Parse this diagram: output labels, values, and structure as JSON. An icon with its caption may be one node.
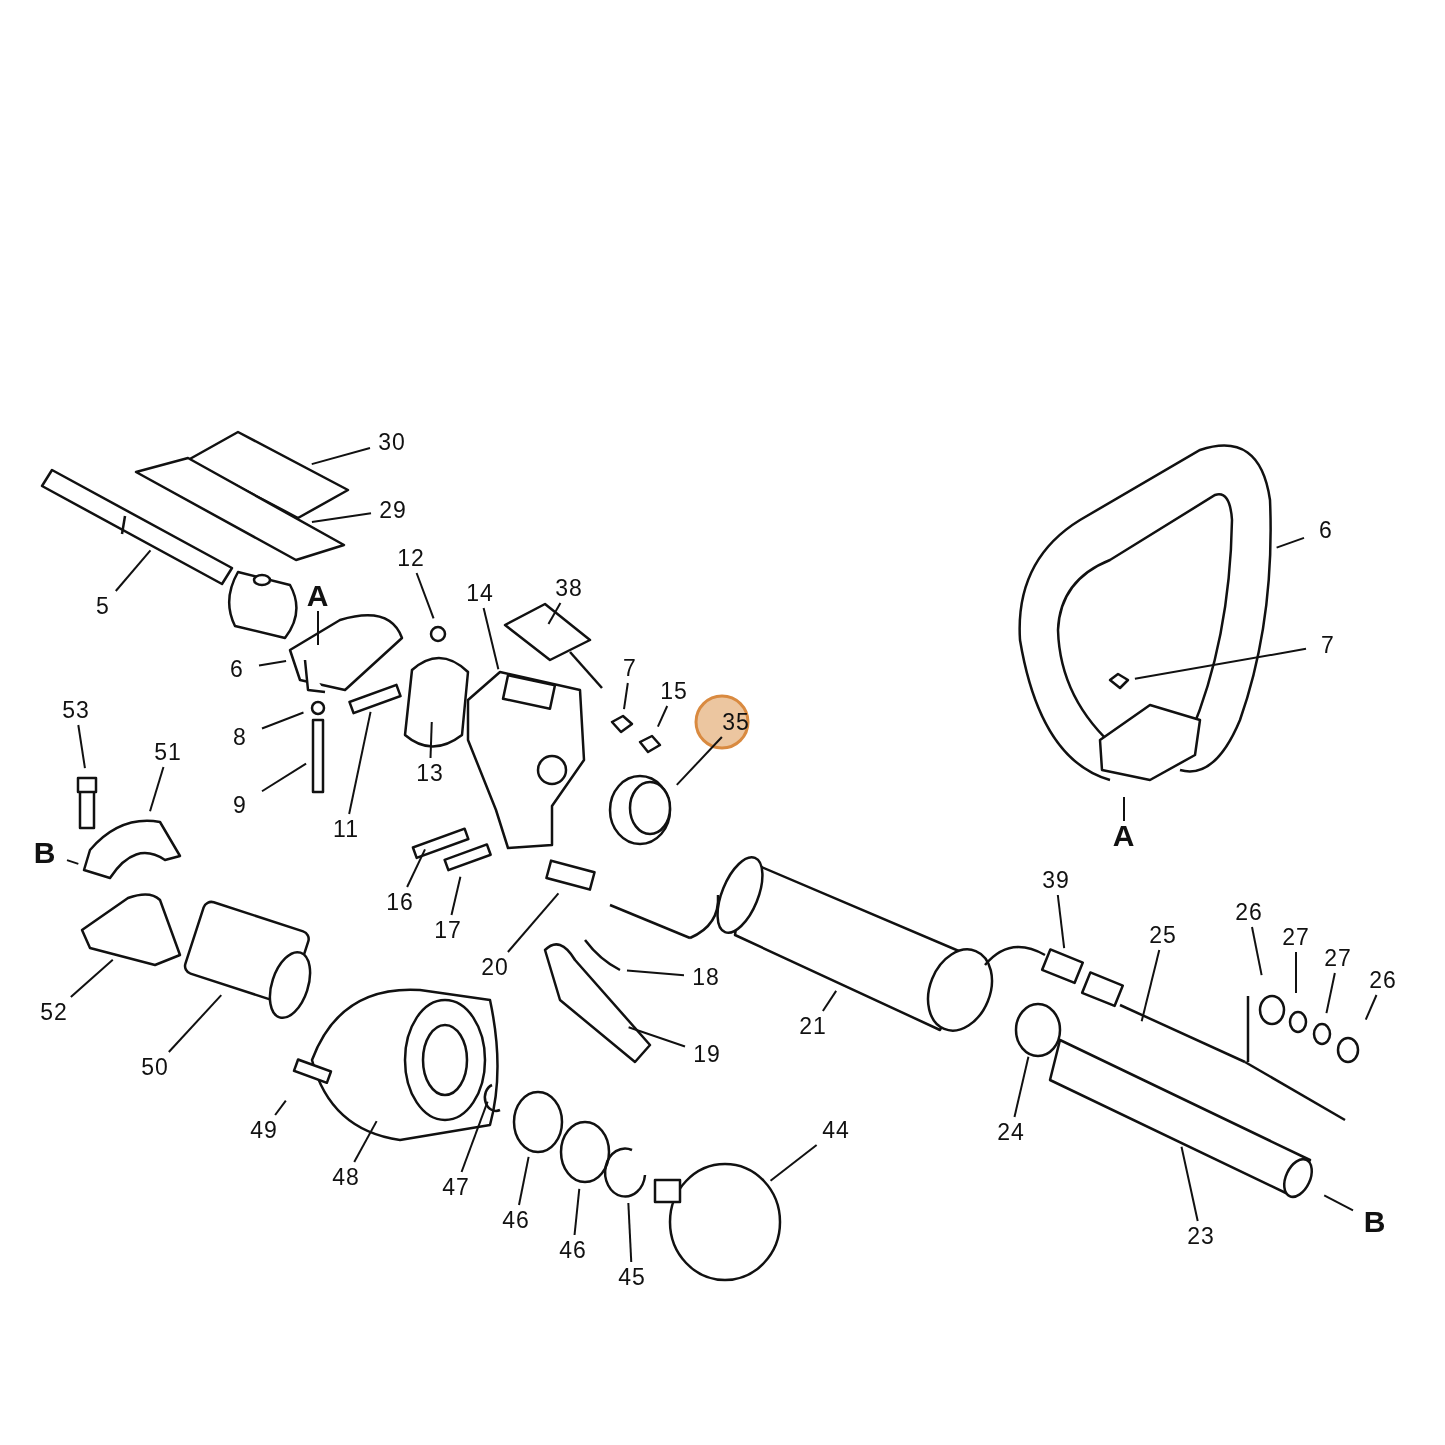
{
  "diagram": {
    "nodes": [
      {
        "text": [
          "30"
        ]
      },
      {
        "text": [
          "29"
        ]
      },
      {
        "text": [
          "5"
        ]
      },
      {
        "text": [
          "12"
        ]
      },
      {
        "text": [
          "A"
        ]
      },
      {
        "text": [
          "6"
        ]
      },
      {
        "text": [
          "14"
        ]
      },
      {
        "text": [
          "38"
        ]
      },
      {
        "text": [
          "7"
        ]
      },
      {
        "text": [
          "15"
        ]
      },
      {
        "text": [
          "35"
        ]
      },
      {
        "text": [
          "8"
        ]
      },
      {
        "text": [
          "53"
        ]
      },
      {
        "text": [
          "51"
        ]
      },
      {
        "text": [
          "9"
        ]
      },
      {
        "text": [
          "13"
        ]
      },
      {
        "text": [
          "11"
        ]
      },
      {
        "text": [
          "B"
        ]
      },
      {
        "text": [
          "16"
        ]
      },
      {
        "text": [
          "17"
        ]
      },
      {
        "text": [
          "6"
        ]
      },
      {
        "text": [
          "7"
        ]
      },
      {
        "text": [
          "A"
        ]
      },
      {
        "text": [
          "20"
        ]
      },
      {
        "text": [
          "18"
        ]
      },
      {
        "text": [
          "21"
        ]
      },
      {
        "text": [
          "39"
        ]
      },
      {
        "text": [
          "25"
        ]
      },
      {
        "text": [
          "26"
        ]
      },
      {
        "text": [
          "27"
        ]
      },
      {
        "text": [
          "27"
        ]
      },
      {
        "text": [
          "26"
        ]
      },
      {
        "text": [
          "52"
        ]
      },
      {
        "text": [
          "50"
        ]
      },
      {
        "text": [
          "19"
        ]
      },
      {
        "text": [
          "24"
        ]
      },
      {
        "text": [
          "49"
        ]
      },
      {
        "text": [
          "48"
        ]
      },
      {
        "text": [
          "47"
        ]
      },
      {
        "text": [
          "46"
        ]
      },
      {
        "text": [
          "46"
        ]
      },
      {
        "text": [
          "45"
        ]
      },
      {
        "text": [
          "44"
        ]
      },
      {
        "text": [
          "23"
        ]
      },
      {
        "text": [
          "B"
        ]
      }
    ],
    "edges": [
      {
        "from": 0,
        "to": null,
        "arrow": "none"
      },
      {
        "from": 1,
        "to": null,
        "arrow": "none"
      },
      {
        "from": 2,
        "to": null,
        "arrow": "none"
      },
      {
        "from": 3,
        "to": null,
        "arrow": "none"
      },
      {
        "from": 4,
        "to": null,
        "arrow": "none"
      },
      {
        "from": 5,
        "to": null,
        "arrow": "none"
      },
      {
        "from": 6,
        "to": null,
        "arrow": "none"
      },
      {
        "from": 7,
        "to": null,
        "arrow": "none"
      },
      {
        "from": 8,
        "to": null,
        "arrow": "none"
      },
      {
        "from": 9,
        "to": null,
        "arrow": "none"
      },
      {
        "from": 10,
        "to": null,
        "arrow": "none"
      },
      {
        "from": 11,
        "to": null,
        "arrow": "none"
      },
      {
        "from": 12,
        "to": null,
        "arrow": "none"
      },
      {
        "from": 13,
        "to": null,
        "arrow": "none"
      },
      {
        "from": 14,
        "to": null,
        "arrow": "none"
      },
      {
        "from": 15,
        "to": null,
        "arrow": "none"
      },
      {
        "from": 16,
        "to": null,
        "arrow": "none"
      },
      {
        "from": 17,
        "to": null,
        "arrow": "none"
      },
      {
        "from": 18,
        "to": null,
        "arrow": "none"
      },
      {
        "from": 19,
        "to": null,
        "arrow": "none"
      },
      {
        "from": 20,
        "to": null,
        "arrow": "none"
      },
      {
        "from": 21,
        "to": null,
        "arrow": "none"
      },
      {
        "from": 22,
        "to": null,
        "arrow": "none"
      },
      {
        "from": 23,
        "to": null,
        "arrow": "none"
      },
      {
        "from": 24,
        "to": null,
        "arrow": "none"
      },
      {
        "from": 25,
        "to": null,
        "arrow": "none"
      },
      {
        "from": 26,
        "to": null,
        "arrow": "none"
      },
      {
        "from": 27,
        "to": null,
        "arrow": "none"
      },
      {
        "from": 28,
        "to": null,
        "arrow": "none"
      },
      {
        "from": 29,
        "to": null,
        "arrow": "none"
      },
      {
        "from": 30,
        "to": null,
        "arrow": "none"
      },
      {
        "from": 31,
        "to": null,
        "arrow": "none"
      },
      {
        "from": 32,
        "to": null,
        "arrow": "none"
      },
      {
        "from": 33,
        "to": null,
        "arrow": "none"
      },
      {
        "from": 34,
        "to": null,
        "arrow": "none"
      },
      {
        "from": 35,
        "to": null,
        "arrow": "none"
      },
      {
        "from": 36,
        "to": null,
        "arrow": "none"
      },
      {
        "from": 37,
        "to": null,
        "arrow": "none"
      },
      {
        "from": 38,
        "to": null,
        "arrow": "none"
      },
      {
        "from": 39,
        "to": null,
        "arrow": "none"
      },
      {
        "from": 40,
        "to": null,
        "arrow": "none"
      },
      {
        "from": 41,
        "to": null,
        "arrow": "none"
      },
      {
        "from": 42,
        "to": null,
        "arrow": "none"
      },
      {
        "from": 43,
        "to": null,
        "arrow": "none"
      },
      {
        "from": 44,
        "to": null,
        "arrow": "none"
      }
    ]
  }
}
